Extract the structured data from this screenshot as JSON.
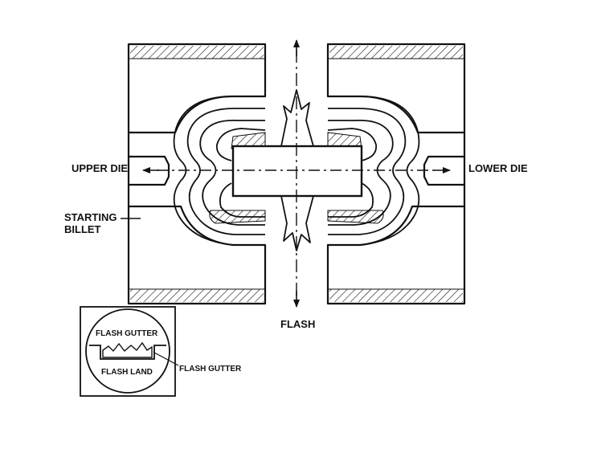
{
  "labels": {
    "upper_die": "UPPER DIE",
    "lower_die": "LOWER DIE",
    "starting_billet_line1": "STARTING",
    "starting_billet_line2": "BILLET",
    "flash": "FLASH"
  },
  "inset": {
    "flash_gutter_top": "FLASH GUTTER",
    "flash_land": "FLASH LAND",
    "flash_gutter_side": "FLASH GUTTER"
  },
  "colors": {
    "line": "#111111",
    "background": "#ffffff"
  }
}
